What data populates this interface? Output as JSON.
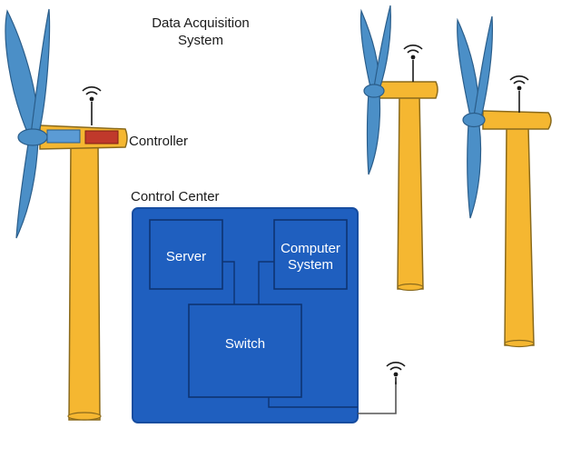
{
  "title": {
    "line1": "Data Acquisition",
    "line2": "System"
  },
  "labels": {
    "controller": "Controller",
    "control_center": "Control Center"
  },
  "boxes": {
    "server": "Server",
    "computer_line1": "Computer",
    "computer_line2": "System",
    "switch": "Switch"
  },
  "icons": {
    "antenna": "wireless-antenna-icon",
    "turbine": "wind-turbine"
  },
  "colors": {
    "tower": "#f5b731",
    "tower_outline": "#8a6a1c",
    "blade": "#4b8fc7",
    "blade_outline": "#2a5d8a",
    "control_center": "#1f5fbf",
    "control_center_dark": "#174da0",
    "controller_red": "#c0392b",
    "controller_blue": "#5b9bd5",
    "wire": "#555555",
    "text": "#1a1a1a",
    "box_text": "#ffffff"
  }
}
